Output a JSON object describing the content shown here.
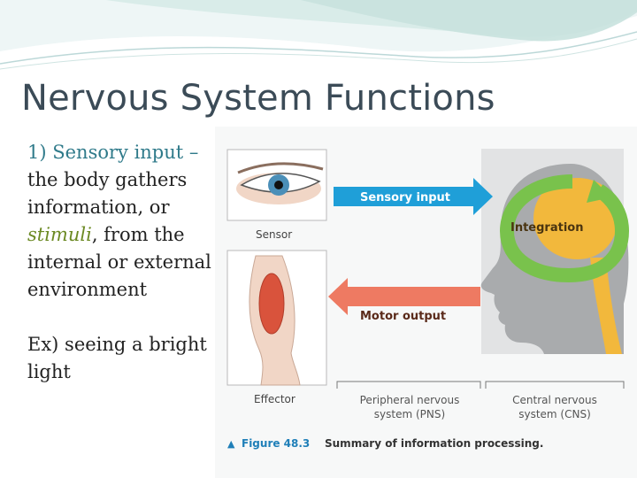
{
  "slide": {
    "title": "Nervous System Functions",
    "text": {
      "lead": "1) Sensory input –",
      "part1": "the body gathers information, or",
      "stimuli": "stimuli",
      "part2": ", from the internal or external environment",
      "example": "Ex) seeing a bright light"
    }
  },
  "figure": {
    "sensor_label": "Sensor",
    "effector_label": "Effector",
    "sensory_input_label": "Sensory input",
    "motor_output_label": "Motor output",
    "integration_label": "Integration",
    "pns_line1": "Peripheral nervous",
    "pns_line2": "system (PNS)",
    "cns_line1": "Central nervous",
    "cns_line2": "system (CNS)",
    "caption_marker": "▲",
    "caption_number": "Figure 48.3",
    "caption_text": "Summary of information processing.",
    "colors": {
      "sensory_arrow": "#1f9fd8",
      "motor_arrow": "#ee7a62",
      "integration_loop": "#79c24c",
      "brain": "#f2b83c",
      "head": "#a9abad"
    }
  }
}
